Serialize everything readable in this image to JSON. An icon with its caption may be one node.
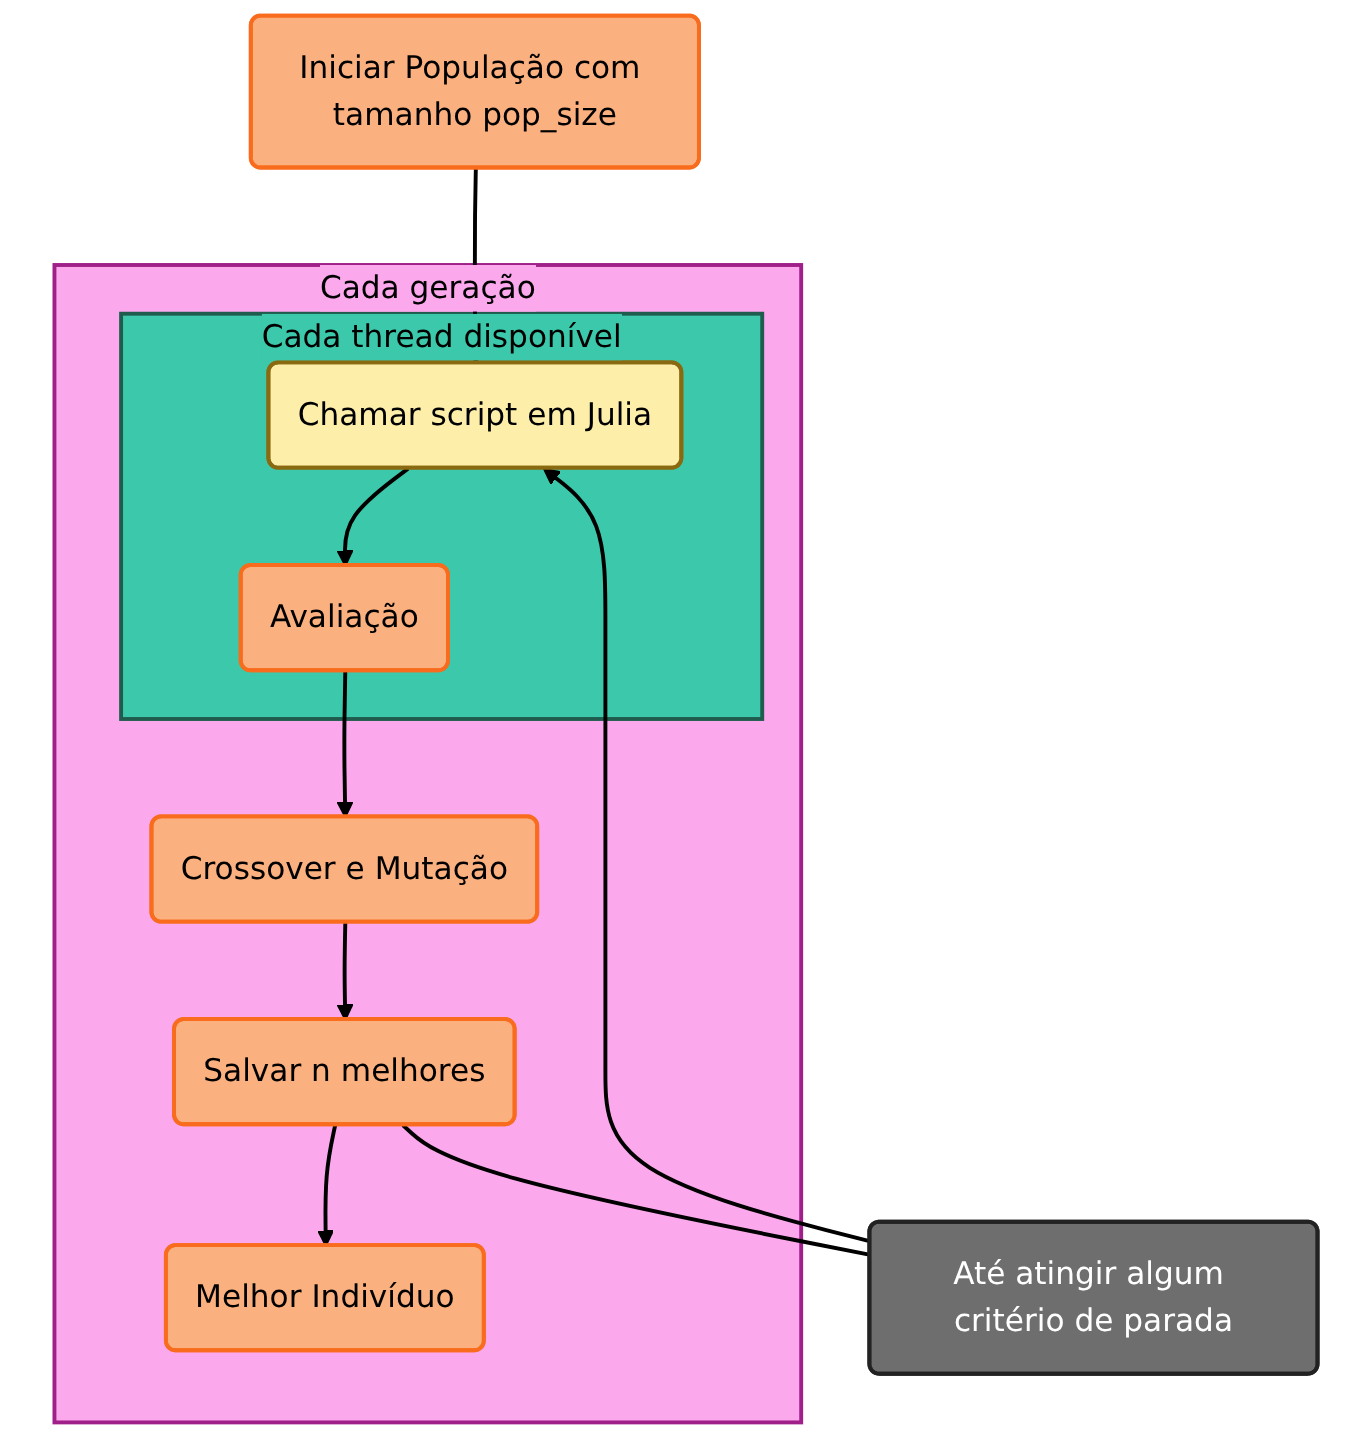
{
  "diagram": {
    "nodes": [
      {
        "text": [
          "Iniciar População com tamanho pop_size"
        ]
      },
      {
        "text": [
          "Cada geração"
        ]
      },
      {
        "text": [
          "Cada thread disponível"
        ],
        "in": 1
      },
      {
        "text": [
          "Chamar script em Julia"
        ],
        "in": 2
      },
      {
        "text": [
          "Avaliação"
        ],
        "in": 2
      },
      {
        "text": [
          "Até atingir algum critério de parada"
        ]
      },
      {
        "text": [
          "Crossover e Mutação"
        ],
        "in": 1
      },
      {
        "text": [
          "Salvar n melhores"
        ],
        "in": 1
      },
      {
        "text": [
          "Melhor Indivíduo"
        ],
        "in": 1
      }
    ],
    "edges": [
      {
        "from": 0,
        "to": 3,
        "arrow": "to"
      },
      {
        "from": 3,
        "to": 4,
        "arrow": "to"
      },
      {
        "from": 4,
        "to": 6,
        "arrow": "to"
      },
      {
        "from": 6,
        "to": 7,
        "arrow": "to"
      },
      {
        "from": 7,
        "to": 8,
        "arrow": "to"
      },
      {
        "from": 7,
        "to": 5,
        "arrow": "none"
      },
      {
        "from": 5,
        "to": 3,
        "arrow": "to"
      }
    ]
  }
}
